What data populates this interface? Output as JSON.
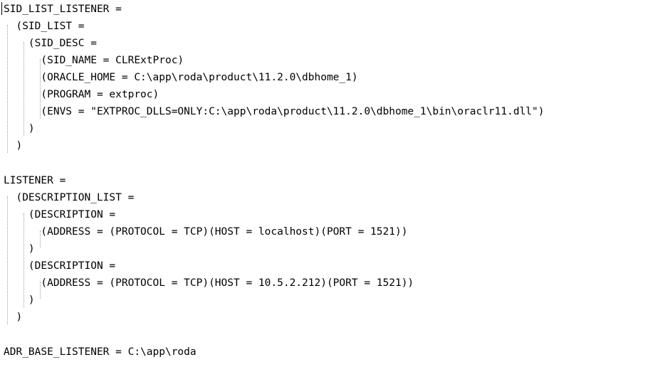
{
  "editor": {
    "lines": [
      "SID_LIST_LISTENER =",
      "  (SID_LIST =",
      "    (SID_DESC =",
      "      (SID_NAME = CLRExtProc)",
      "      (ORACLE_HOME = C:\\app\\roda\\product\\11.2.0\\dbhome_1)",
      "      (PROGRAM = extproc)",
      "      (ENVS = \"EXTPROC_DLLS=ONLY:C:\\app\\roda\\product\\11.2.0\\dbhome_1\\bin\\oraclr11.dll\")",
      "    )",
      "  )",
      "",
      "LISTENER =",
      "  (DESCRIPTION_LIST =",
      "    (DESCRIPTION =",
      "      (ADDRESS = (PROTOCOL = TCP)(HOST = localhost)(PORT = 1521))",
      "    )",
      "    (DESCRIPTION =",
      "      (ADDRESS = (PROTOCOL = TCP)(HOST = 10.5.2.212)(PORT = 1521))",
      "    )",
      "  )",
      "",
      "ADR_BASE_LISTENER = C:\\app\\roda"
    ]
  }
}
